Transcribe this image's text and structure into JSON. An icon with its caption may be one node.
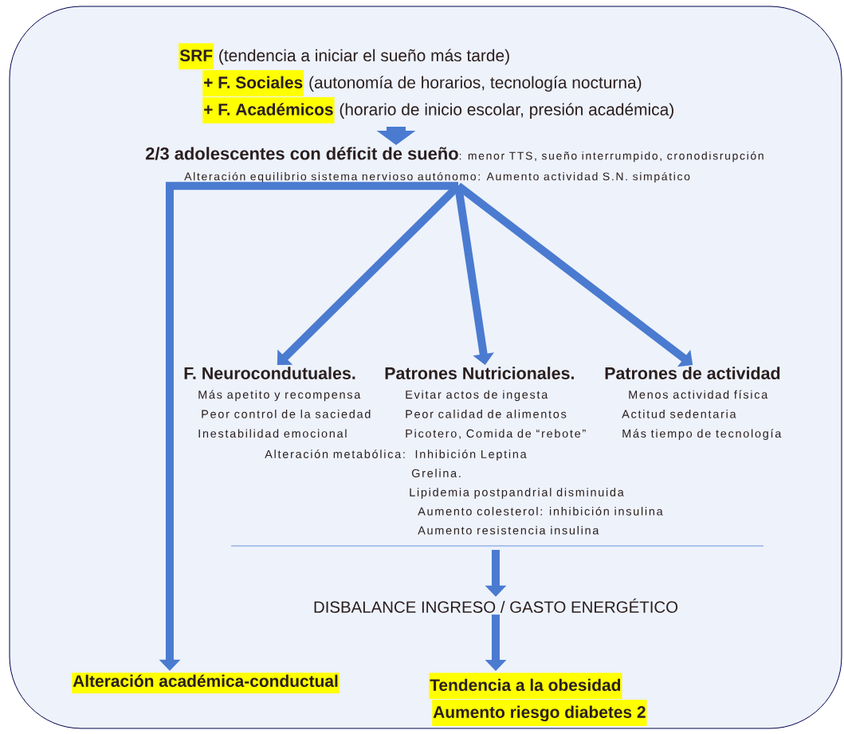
{
  "diagram": {
    "nodes": [
      {
        "text": [
          "SRF",
          "(tendencia a iniciar el sueño más tarde)",
          "+ F. Sociales",
          "(autonomía de horarios, tecnología nocturna)",
          "+ F. Académicos",
          "(horario de inicio escolar, presión académica)"
        ]
      },
      {
        "text": [
          "2/3 adolescentes con déficit de sueño",
          ": menor TTS, sueño interrumpido, cronodisrupción",
          "Alteración equilibrio sistema nervioso autónomo: Aumento actividad S.N. simpático"
        ]
      },
      {
        "text": [
          "F. Neurocondutuales.",
          "Más apetito y recompensa",
          "Peor control de la saciedad",
          "Inestabilidad emocional"
        ]
      },
      {
        "text": [
          "Patrones Nutricionales.",
          "Evitar actos de ingesta",
          "Peor calidad de alimentos",
          "Picotero, Comida de “rebote”"
        ]
      },
      {
        "text": [
          "Patrones de actividad",
          "Menos actividad física",
          "Actitud sedentaria",
          "Más tiempo de tecnología"
        ]
      },
      {
        "text": [
          "Alteración metabólica:",
          "Inhibición Leptina",
          "Grelina.",
          "Lipidemia postpandrial disminuida",
          "Aumento colesterol: inhibición insulina",
          "Aumento resistencia insulina"
        ]
      },
      {
        "text": [
          "DISBALANCE INGRESO / GASTO ENERGÉTICO"
        ]
      },
      {
        "text": [
          "Alteración académica-conductual"
        ]
      },
      {
        "text": [
          "Tendencia a la obesidad",
          "Aumento riesgo diabetes 2"
        ]
      }
    ],
    "edges": [
      {
        "from": 0,
        "to": 1,
        "arrow": "to",
        "style": "thick"
      },
      {
        "from": 1,
        "to": 7,
        "arrow": "to"
      },
      {
        "from": 1,
        "to": 2,
        "arrow": "to"
      },
      {
        "from": 1,
        "to": 3,
        "arrow": "to"
      },
      {
        "from": 1,
        "to": 4,
        "arrow": "to"
      },
      {
        "from": 5,
        "to": 6,
        "arrow": "to"
      },
      {
        "from": 6,
        "to": 8,
        "arrow": "to"
      }
    ]
  }
}
